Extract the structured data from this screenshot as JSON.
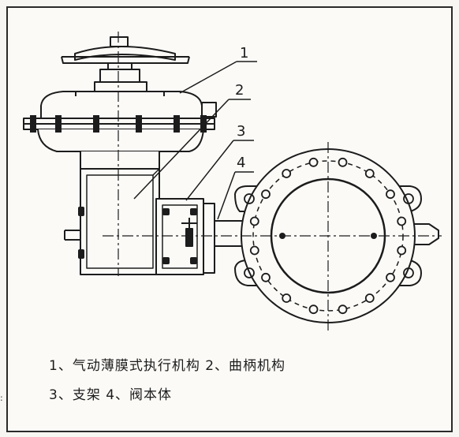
{
  "callouts": [
    "1",
    "2",
    "3",
    "4"
  ],
  "legend": {
    "line1": "1、气动薄膜式执行机构    2、曲柄机构",
    "line2": "3、支架  4、阀本体"
  },
  "stroke_color": "#1c1c1c",
  "background_color": "#fbfaf7"
}
